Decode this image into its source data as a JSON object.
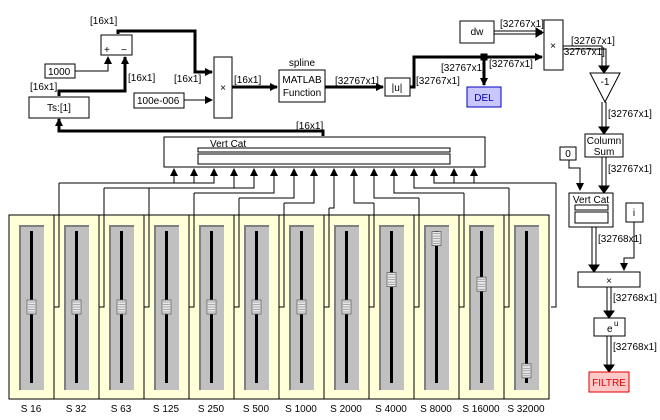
{
  "blocks": {
    "sum": {
      "plus": "+",
      "minus": "−"
    },
    "const_1000": "1000",
    "ts": "Ts:[1]",
    "const_small": "100e-006",
    "spline_title": "spline",
    "matlab_fn": [
      "MATLAB",
      "Function"
    ],
    "abs": "|u|",
    "dw": "dw",
    "del": "DEL",
    "gain": "-1",
    "column_sum": [
      "Column",
      "Sum"
    ],
    "const_0": "0",
    "const_i": "i",
    "vert_cat_main": "Vert Cat",
    "vert_cat_small": "Vert Cat",
    "exp": "e",
    "exp_sup": "u",
    "filtre": "FILTRE"
  },
  "signals": {
    "sum_out": "[16x1]",
    "ts_out": "[16x1]",
    "ts_to_minus": "[16x1]",
    "prod_in": "[16x1]",
    "prod_out": "[16x1]",
    "feedback": "[16x1]",
    "fn_out": "[32767x1]",
    "abs_out": "[32767x1]",
    "del_in": "[32767x1]",
    "prod2_in": "[32767x1]",
    "dw_out": "[32767x1]",
    "prod2_out_a": "[32767x1]",
    "prod2_out_b": "[32767x1]",
    "gain_out": "[32767x1]",
    "colsum_out": "[32767x1]",
    "vcat_out": "[32768x1]",
    "prod3_out": "[32768x1]",
    "exp_out": "[32768x1]"
  },
  "colors": {
    "slider_panel": "#ffffd8",
    "del_fill": "#c8c8ff",
    "del_text": "#0000c0",
    "filtre_fill": "#ffc8c8",
    "filtre_text": "#e00000"
  },
  "sliders": [
    {
      "label": "S 16",
      "level": 0.5
    },
    {
      "label": "S 32",
      "level": 0.5
    },
    {
      "label": "S 63",
      "level": 0.5
    },
    {
      "label": "S 125",
      "level": 0.5
    },
    {
      "label": "S 250",
      "level": 0.5
    },
    {
      "label": "S 500",
      "level": 0.5
    },
    {
      "label": "S 1000",
      "level": 0.5
    },
    {
      "label": "S 2000",
      "level": 0.5
    },
    {
      "label": "S 4000",
      "level": 0.68
    },
    {
      "label": "S 8000",
      "level": 0.95
    },
    {
      "label": "S 16000",
      "level": 0.65
    },
    {
      "label": "S 32000",
      "level": 0.08
    }
  ]
}
